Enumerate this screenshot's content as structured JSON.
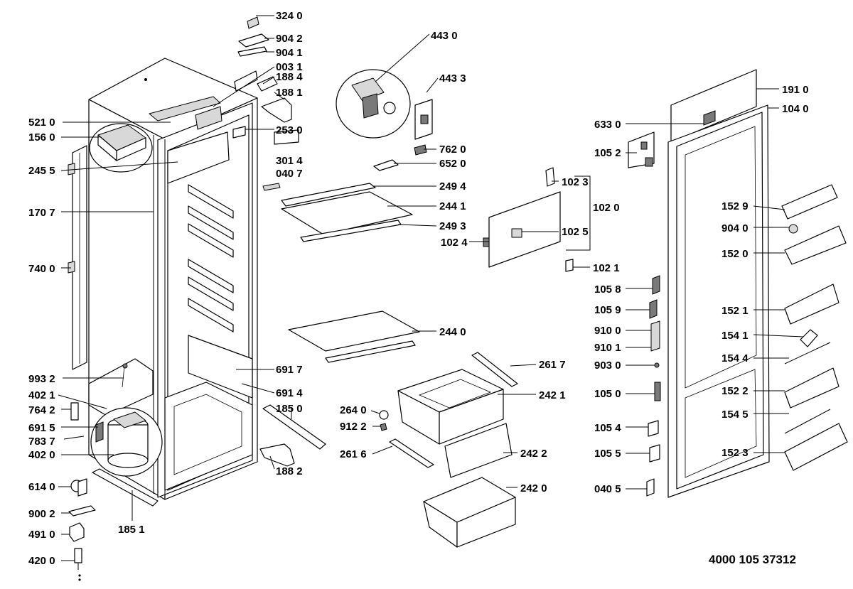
{
  "document_number": "4000 105 37312",
  "parts": {
    "p3240": "324 0",
    "p9042": "904 2",
    "p9041": "904 1",
    "p0031": "003 1",
    "p1884": "188 4",
    "p1881": "188 1",
    "p5210": "521 0",
    "p1560": "156 0",
    "p2530": "253 0",
    "p3014": "301 4",
    "p0407": "040 7",
    "p2455": "245 5",
    "p1707": "170 7",
    "p7400": "740 0",
    "p9932": "993 2",
    "p4021": "402 1",
    "p7642": "764 2",
    "p6915": "691 5",
    "p7837": "783 7",
    "p4020": "402 0",
    "p6140": "614 0",
    "p9002": "900 2",
    "p4910": "491 0",
    "p4200": "420 0",
    "p1851": "185 1",
    "p6917": "691 7",
    "p6914": "691 4",
    "p1850": "185 0",
    "p1882": "188 2",
    "p4430": "443 0",
    "p4433": "443 3",
    "p7620": "762 0",
    "p6520": "652 0",
    "p2494": "249 4",
    "p2441": "244 1",
    "p2493": "249 3",
    "p1023": "102 3",
    "p1020": "102 0",
    "p1025": "102 5",
    "p1024": "102 4",
    "p1021": "102 1",
    "p2440": "244 0",
    "p2617": "261 7",
    "p2421": "242 1",
    "p2640": "264 0",
    "p9122": "912 2",
    "p2616": "261 6",
    "p2422": "242 2",
    "p2420": "242 0",
    "p1910": "191 0",
    "p1040": "104 0",
    "p6330": "633 0",
    "p1052": "105 2",
    "p1529": "152 9",
    "p9040": "904 0",
    "p1520": "152 0",
    "p1058": "105 8",
    "p1059": "105 9",
    "p1521": "152 1",
    "p9100": "910 0",
    "p1541": "154 1",
    "p9101": "910 1",
    "p1544": "154 4",
    "p9030": "903 0",
    "p1050": "105 0",
    "p1522": "152 2",
    "p1545": "154 5",
    "p1054": "105 4",
    "p1055": "105 5",
    "p1523": "152 3",
    "p0405": "040 5"
  }
}
